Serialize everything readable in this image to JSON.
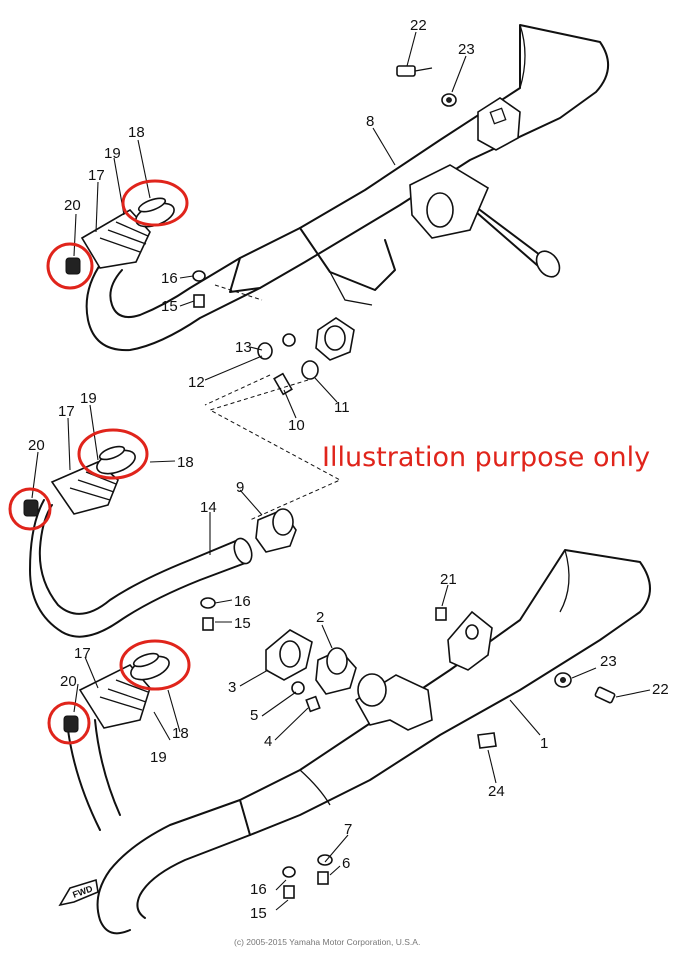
{
  "note": "Illustration purpose only",
  "copyright": "(c) 2005-2015 Yamaha Motor Corporation, U.S.A.",
  "front_mark": "FWD",
  "highlight_color": "#e0241b",
  "callouts": {
    "c1": "1",
    "c2": "2",
    "c3": "3",
    "c4": "4",
    "c5": "5",
    "c6": "6",
    "c7": "7",
    "c8": "8",
    "c9": "9",
    "c10": "10",
    "c11": "11",
    "c12": "12",
    "c13": "13",
    "c14": "14",
    "c15a": "15",
    "c15b": "15",
    "c15c": "15",
    "c16a": "16",
    "c16b": "16",
    "c16c": "16",
    "c17a": "17",
    "c17b": "17",
    "c17c": "17",
    "c18a": "18",
    "c18b": "18",
    "c18c": "18",
    "c19a": "19",
    "c19b": "19",
    "c19c": "19",
    "c20a": "20",
    "c20b": "20",
    "c20c": "20",
    "c21": "21",
    "c22a": "22",
    "c22b": "22",
    "c23a": "23",
    "c23b": "23",
    "c24": "24"
  }
}
